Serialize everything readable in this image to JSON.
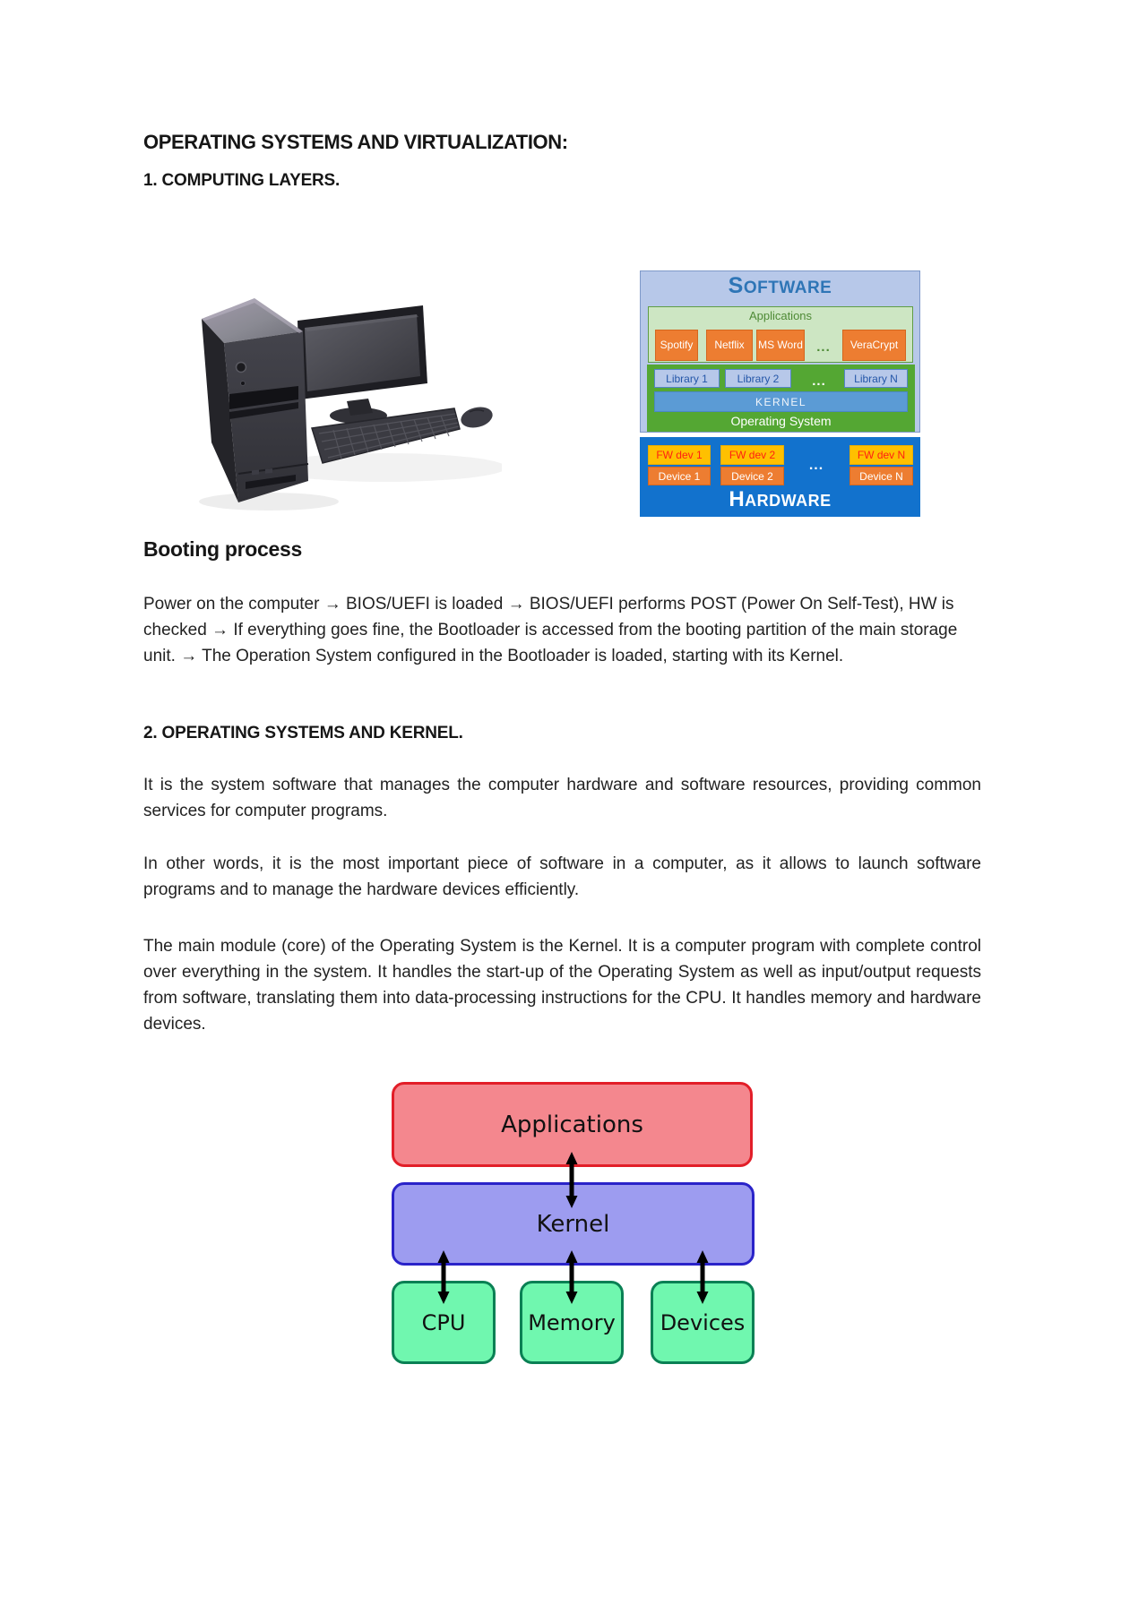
{
  "document": {
    "title": "OPERATING SYSTEMS AND VIRTUALIZATION:",
    "section1": {
      "heading": "1. COMPUTING LAYERS."
    },
    "booting": {
      "heading": "Booting process",
      "paragraph": "Power on the computer → BIOS/UEFI is loaded → BIOS/UEFI performs POST (Power On Self-Test), HW is checked → If everything goes fine, the Bootloader is accessed from the booting partition of the main storage unit. → The Operation System configured in the Bootloader is loaded, starting with its Kernel."
    },
    "section2": {
      "heading": "2. OPERATING SYSTEMS AND KERNEL.",
      "para1": "It is the system software that manages the computer hardware and software resources, providing common services for computer programs.",
      "para2": "In other words, it is the most important piece of software in a computer, as it allows to launch software programs and to manage the hardware devices efficiently.",
      "para3": "The main module (core) of the Operating System is the Kernel. It is a computer program with complete control over everything in the system. It handles the start-up of the Operating System as well as input/output requests from software, translating them into data-processing instructions for the CPU. It handles memory and hardware devices."
    }
  },
  "layers_diagram": {
    "software_title": "SOFTWARE",
    "applications": {
      "label": "Applications",
      "apps": [
        "Spotify",
        "Netflix",
        "MS Word",
        "VeraCrypt"
      ],
      "ellipsis": "..."
    },
    "operating_system": {
      "libraries": [
        "Library 1",
        "Library 2",
        "Library N"
      ],
      "ellipsis": "...",
      "kernel_label": "KERNEL",
      "label": "Operating System"
    },
    "hardware": {
      "title": "HARDWARE",
      "fw_devices": [
        "FW dev 1",
        "FW dev 2",
        "FW dev N"
      ],
      "devices": [
        "Device 1",
        "Device 2",
        "Device N"
      ],
      "ellipsis": "..."
    },
    "colors": {
      "software_bg": "#b7c8e9",
      "software_text": "#2e75b6",
      "applications_bg": "#cde6c3",
      "applications_text": "#4e8a35",
      "app_box_bg": "#ed7d31",
      "os_bg": "#54a733",
      "library_bg": "#b7c8e9",
      "library_text": "#2456a8",
      "kernel_bar_bg": "#5b9bd5",
      "hardware_bg": "#1272cd",
      "fw_box_bg": "#ffc000",
      "fw_text": "#ff2012",
      "device_box_bg": "#ed7d31"
    }
  },
  "kernel_diagram": {
    "applications_label": "Applications",
    "kernel_label": "Kernel",
    "cpu_label": "CPU",
    "memory_label": "Memory",
    "devices_label": "Devices",
    "colors": {
      "applications_bg": "#f4878e",
      "applications_border": "#e21e28",
      "kernel_bg": "#9d9cf0",
      "kernel_border": "#2a23c9",
      "hardware_bg": "#70f7af",
      "hardware_border": "#0a8054"
    }
  }
}
